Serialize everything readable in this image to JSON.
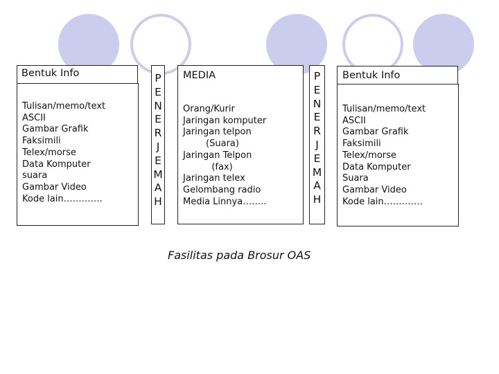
{
  "left_panel": {
    "header": "Bentuk Info",
    "items": [
      "Tulisan/memo/text",
      "ASCII",
      "Gambar Grafik",
      "Faksimili",
      "Telex/morse",
      "Data Komputer",
      "suara",
      "Gambar Video",
      "Kode lain…………."
    ]
  },
  "penerima_left": [
    "P",
    "E",
    "N",
    "E",
    "R",
    "J",
    "E",
    "M",
    "A",
    "H"
  ],
  "media_panel": {
    "header": "MEDIA",
    "items": [
      "Orang/Kurir",
      "Jaringan komputer",
      "Jaringan telpon",
      "        (Suara)",
      "Jaringan Telpon",
      "          (fax)",
      "Jaringan telex",
      "Gelombang radio",
      "Media Linnya…….."
    ]
  },
  "penerima_right": [
    "P",
    "E",
    "N",
    "E",
    "R",
    "J",
    "E",
    "M",
    "A",
    "H"
  ],
  "right_panel": {
    "header": "Bentuk Info",
    "items": [
      "Tulisan/memo/text",
      "ASCII",
      "Gambar Grafik",
      "Faksimili",
      "Telex/morse",
      "Data Komputer",
      "Suara",
      "Gambar Video",
      "Kode lain…………."
    ]
  },
  "caption": "Fasilitas pada Brosur OAS"
}
